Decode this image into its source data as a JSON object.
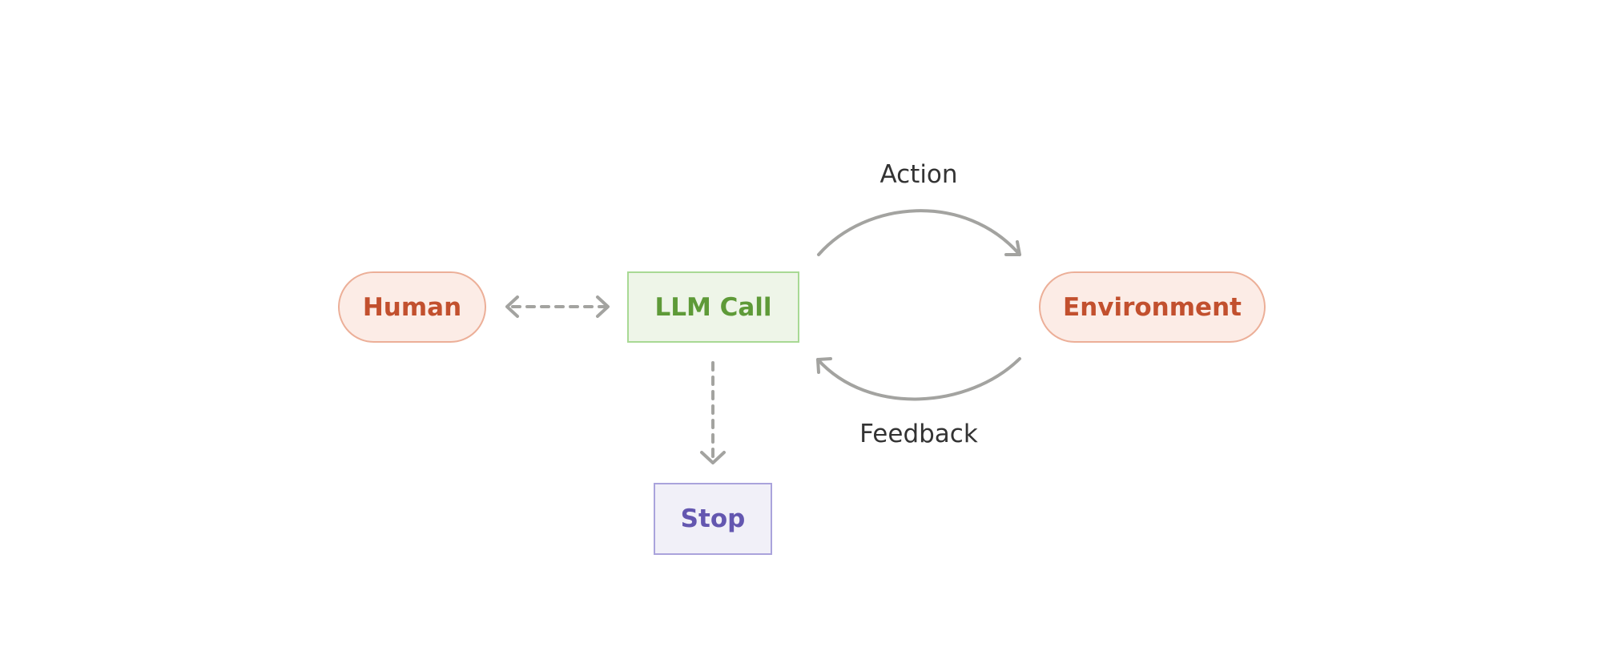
{
  "nodes": {
    "human": "Human",
    "llm_call": "LLM Call",
    "environment": "Environment",
    "stop": "Stop"
  },
  "edges": {
    "action": "Action",
    "feedback": "Feedback"
  },
  "colors": {
    "human_fill": "#fcece6",
    "human_border": "#ecaf98",
    "human_text": "#c2502e",
    "llm_fill": "#eef5e8",
    "llm_border": "#a8d994",
    "llm_text": "#5e9a38",
    "stop_fill": "#f1f0f8",
    "stop_border": "#aaa3dc",
    "stop_text": "#6457b0",
    "arrow": "#a3a3a0",
    "label_text": "#333333"
  }
}
